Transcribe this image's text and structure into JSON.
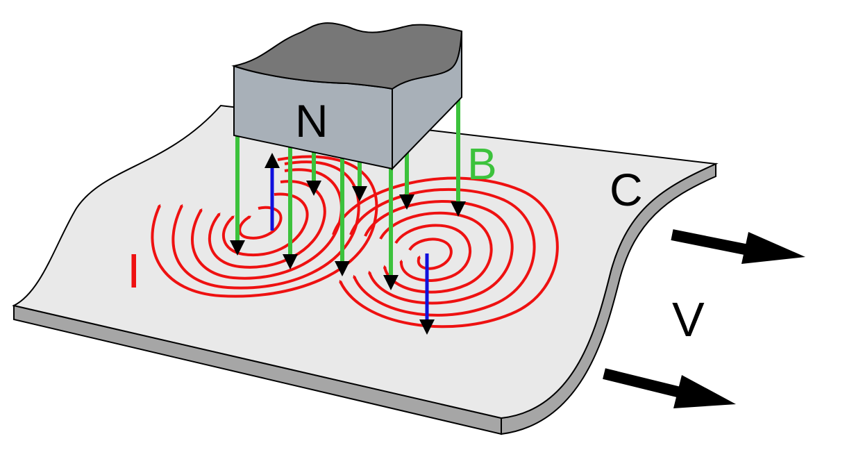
{
  "labels": {
    "north_pole": "N",
    "magnetic_field": "B",
    "conductor": "C",
    "current": "I",
    "velocity": "V"
  },
  "colors": {
    "sheet_top": "#e9e9e9",
    "sheet_edge": "#a6a6a6",
    "magnet_side": "#a8b0b8",
    "magnet_top": "#777777",
    "field_lines": "#3cc23c",
    "eddy_currents": "#ee1111",
    "induced_field": "#1010dd",
    "arrows": "#000000",
    "label_green": "#3cc23c",
    "label_red": "#ee1111"
  }
}
